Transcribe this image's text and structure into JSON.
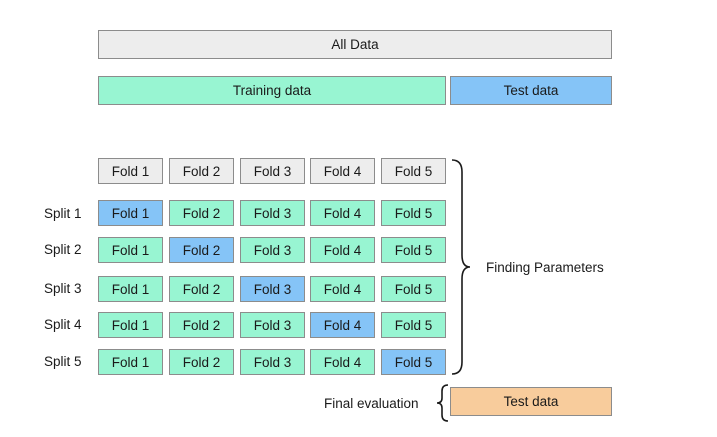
{
  "all_data_label": "All Data",
  "training_data_label": "Training data",
  "test_data_label": "Test data",
  "fold_labels": [
    "Fold 1",
    "Fold 2",
    "Fold 3",
    "Fold 4",
    "Fold 5"
  ],
  "splits": [
    {
      "label": "Split 1",
      "test_fold": 1
    },
    {
      "label": "Split 2",
      "test_fold": 2
    },
    {
      "label": "Split 3",
      "test_fold": 3
    },
    {
      "label": "Split 4",
      "test_fold": 4
    },
    {
      "label": "Split 5",
      "test_fold": 5
    }
  ],
  "finding_parameters_label": "Finding Parameters",
  "final_evaluation_label": "Final evaluation",
  "final_test_label": "Test data",
  "colors": {
    "all_data": "#ededed",
    "training": "#98f5d2",
    "test": "#85c4f7",
    "final_test": "#f8cc9c"
  }
}
